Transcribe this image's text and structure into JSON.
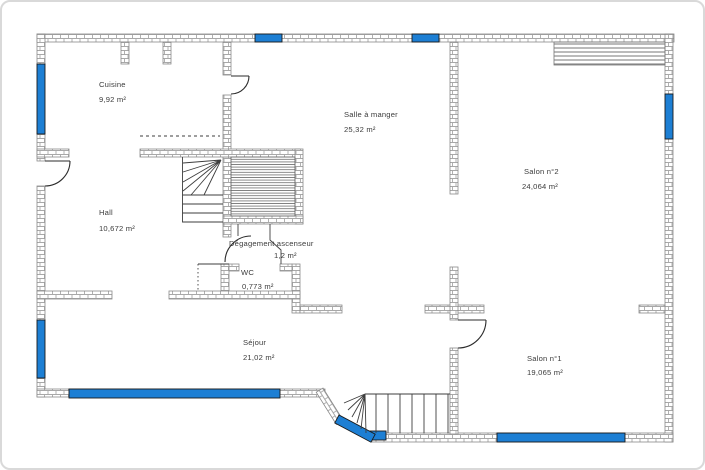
{
  "plan": {
    "rooms": [
      {
        "name": "Cuisine",
        "area": "9,92 m²"
      },
      {
        "name": "Salle à manger",
        "area": "25,32 m²"
      },
      {
        "name": "Salon n°2",
        "area": "24,064 m²"
      },
      {
        "name": "Hall",
        "area": "10,672 m²"
      },
      {
        "name": "Dégagement ascenseur",
        "area": "1,2 m²"
      },
      {
        "name": "WC",
        "area": "0,773 m²"
      },
      {
        "name": "Séjour",
        "area": "21,02 m²"
      },
      {
        "name": "Salon n°1",
        "area": "19,065 m²"
      }
    ],
    "colors": {
      "window_fill": "#1d7fd4",
      "wall_mortar": "#a8a8a8",
      "line": "#3e3e3e",
      "frame_border": "#d9d9d9"
    }
  }
}
